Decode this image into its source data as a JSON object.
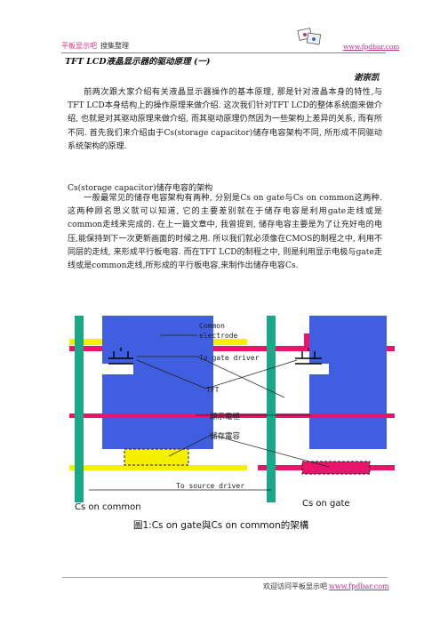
{
  "header": {
    "brand": "平板显示吧",
    "subtitle": "搜集整理",
    "url": "www.fpdbar.com"
  },
  "title": "TFT LCD液晶显示器的驱动原理 (一)",
  "author": "谢崇凯",
  "paragraphs": [
    "前两次跟大家介绍有关液晶显示器操作的基本原理, 那是针对液晶本身的特性,与TFT LCD本身结构上的操作原理来做介绍. 这次我们针对TFT LCD的整体系统面来做介绍, 也就是对其驱动原理来做介绍, 而其驱动原理仍然因为一些架构上差异的关系, 而有所不同. 首先我们来介绍由于Cs(storage capacitor)储存电容架构不同, 所形成不同驱动系统架构的原理."
  ],
  "section": {
    "heading": "Cs(storage capacitor)储存电容的架构",
    "body": "一般最常见的储存电容架构有两种, 分别是Cs on gate与Cs on common这两种. 这两种顾名思义就可以知道, 它的主要差别就在于储存电容是利用gate走线或是common走线来完成的. 在上一篇文章中, 我曾提到, 储存电容主要是为了让充好电的电压,能保持到下一次更新画面的时候之用. 所以我们就必须像在CMOS的制程之中, 利用不同层的走线, 来形成平行板电容. 而在TFT LCD的制程之中, 则是利用显示电极与gate走线或是common走线,所形成的平行板电容,来制作出储存电容Cs."
  },
  "diagram": {
    "labels": {
      "common_electrode_1": "Common",
      "common_electrode_2": "electrode",
      "gate_driver": "To gate driver",
      "tft": "TFT",
      "pixel_electrode": "顯示電極",
      "storage_cap": "儲存電容",
      "source_driver": "To source driver"
    },
    "sublabels": [
      "Cs on common",
      "Cs on gate"
    ],
    "colors": {
      "pixel": "#3f5fe0",
      "gate_line": "#e8156a",
      "common_line": "#f4f000",
      "data_line": "#1aa889"
    }
  },
  "caption": "圖1:Cs on gate與Cs on common的架構",
  "footer": {
    "text": "欢迎访问平板显示吧",
    "link": "www.fpdbar.com"
  }
}
